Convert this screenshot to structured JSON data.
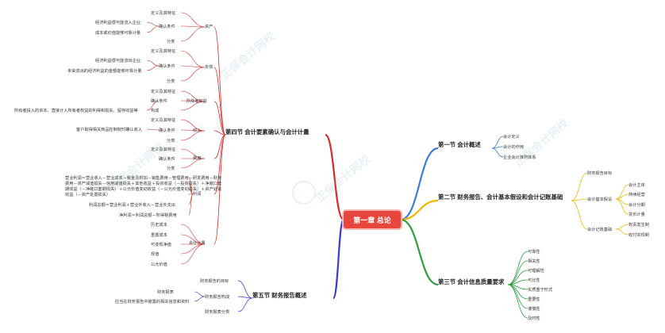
{
  "center": "第一章 总论",
  "sections": {
    "s1": {
      "title": "第一节 会计概述",
      "color": "#3b7bd9",
      "items": [
        "会计定义",
        "会计的作用",
        "企业会计准则体系"
      ]
    },
    "s2": {
      "title": "第二节 财务报告、会计基本假设和会计记账基础",
      "color": "#f2b705",
      "groups": [
        {
          "label": "财务报告目标",
          "items": []
        },
        {
          "label": "会计基本假设",
          "items": [
            "会计主体",
            "持续经营",
            "会计分期",
            "货币计量"
          ]
        },
        {
          "label": "会计记账基础",
          "items": [
            "权责发生制",
            "收付实现制"
          ]
        }
      ]
    },
    "s3": {
      "title": "第三节 会计信息质量要求",
      "color": "#2e9b3e",
      "items": [
        "可靠性",
        "相关性",
        "可理解性",
        "可比性",
        "实质重于形式",
        "重要性",
        "谨慎性",
        "及时性"
      ]
    },
    "s4": {
      "title": "第四节 会计要素确认与会计计量",
      "color": "#d62a2a",
      "groups": [
        {
          "label": "资产",
          "items": [
            "定义及其特征",
            "确认条件",
            "分类"
          ],
          "sub": [
            "经济利益很可能流入企业",
            "成本或价值能够可靠计量"
          ]
        },
        {
          "label": "负债",
          "items": [
            "定义及其特征",
            "确认条件",
            "分类"
          ],
          "sub": [
            "经济利益很可能流出企业",
            "未来流出的经济利益的金额能够可靠计量"
          ]
        },
        {
          "label": "所有者权益",
          "items": [
            "定义及其特征",
            "确认条件",
            "构成"
          ],
          "sub": [
            "所有者投入的资本、直接计入所有者权益的利得和损失、留存收益等"
          ]
        },
        {
          "label": "收入",
          "items": [
            "定义及其特征",
            "确认条件",
            "分类"
          ],
          "sub": [
            "客户取得相关商品控制权时确认收入"
          ]
        },
        {
          "label": "费用",
          "items": [
            "定义及其特征",
            "确认条件",
            "分类"
          ]
        },
        {
          "label": "利润",
          "items": [
            "营业利润＝营业收入－营业成本－税金及附加－销售费用－管理费用－研发费用－财务",
            "费用－资产减值损失－信用减值损失＋其他收益＋投资收益（－投资损失）＋净敞口套",
            "期收益（－净敞口套期损失）＋公允价值变动收益（－公允价值变动损失）＋资产处置",
            "收益（－资产处置损失）",
            "利润总额＝营业利润＋营业外收入－营业外支出",
            "净利润＝利润总额－所得税费用"
          ]
        },
        {
          "label": "会计计量",
          "items": [
            "历史成本",
            "重置成本",
            "可变现净值",
            "现值",
            "公允价值"
          ]
        }
      ]
    },
    "s5": {
      "title": "第五节 财务报告概述",
      "color": "#3b3bd0",
      "items": [
        "财务报告的目标",
        "财务报告构成",
        "财务报表分类"
      ],
      "sub": [
        "财务报表",
        "应当在财务报告中披露的相关信息和资料"
      ]
    }
  },
  "watermark": "正保会计网校",
  "watermark_url": "www.chinaacc.com"
}
